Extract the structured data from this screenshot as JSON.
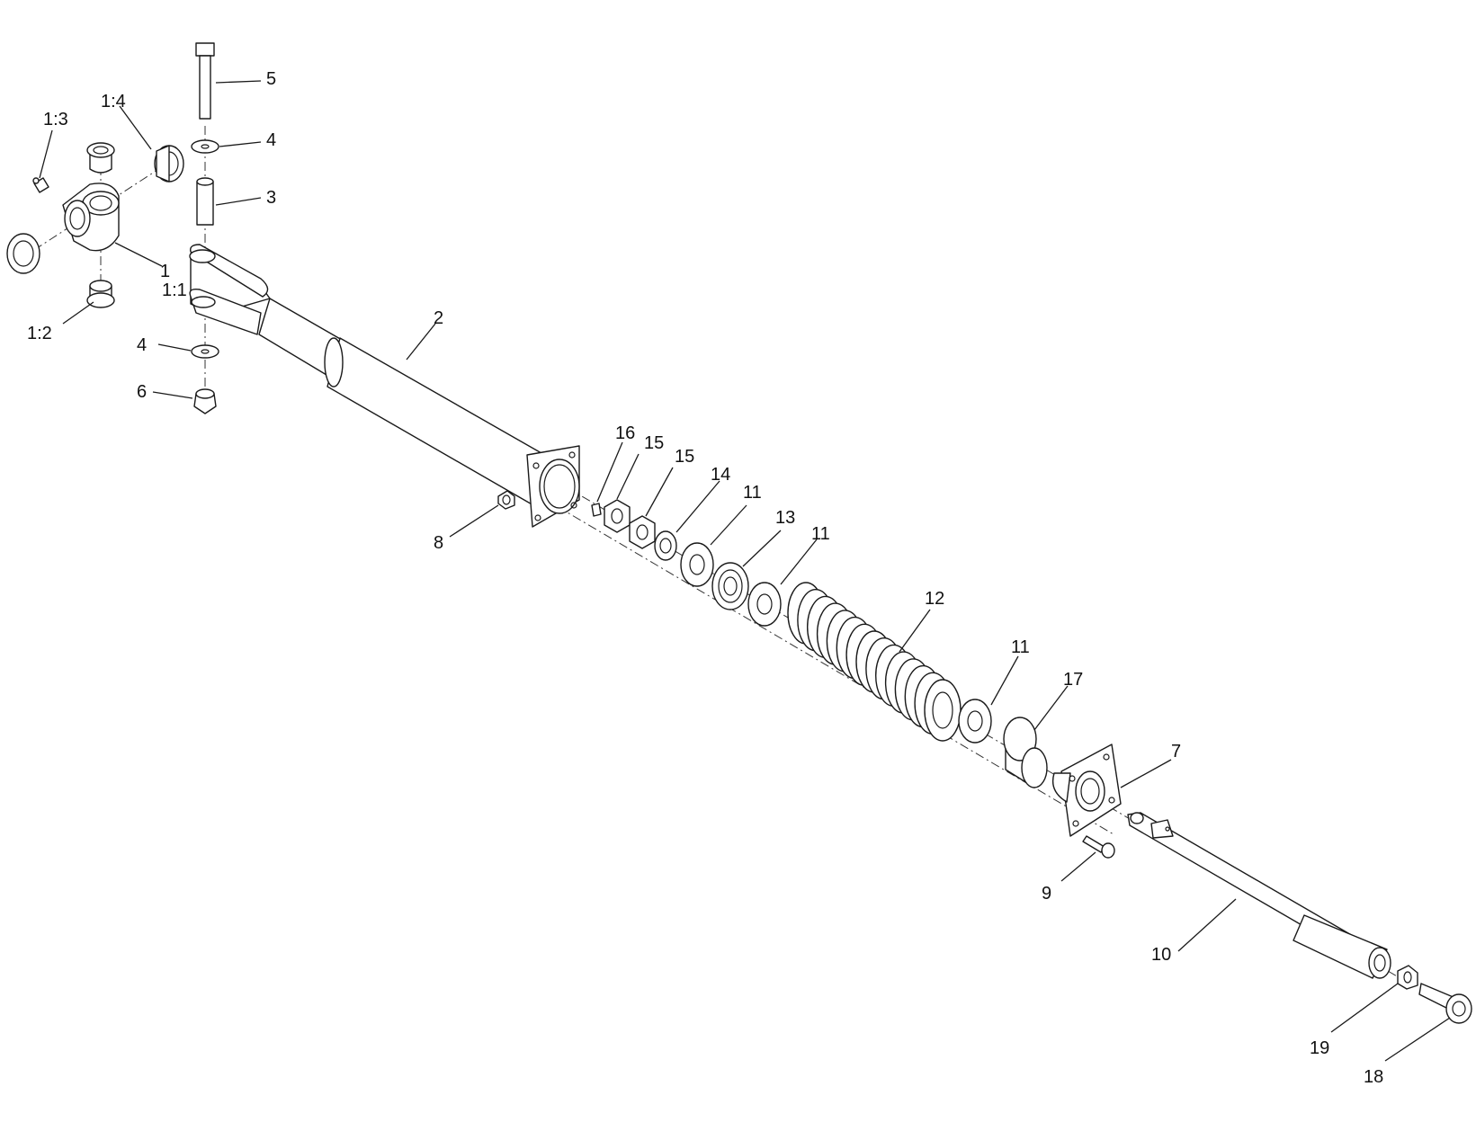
{
  "callouts": {
    "c1": "1",
    "c1_1": "1:1",
    "c1_2": "1:2",
    "c1_3": "1:3",
    "c1_4": "1:4",
    "c2": "2",
    "c3": "3",
    "c4a": "4",
    "c4b": "4",
    "c5": "5",
    "c6": "6",
    "c7": "7",
    "c8": "8",
    "c9": "9",
    "c10": "10",
    "c11a": "11",
    "c11b": "11",
    "c11c": "11",
    "c12": "12",
    "c13": "13",
    "c14": "14",
    "c15a": "15",
    "c15b": "15",
    "c16": "16",
    "c17": "17",
    "c18": "18",
    "c19": "19"
  }
}
